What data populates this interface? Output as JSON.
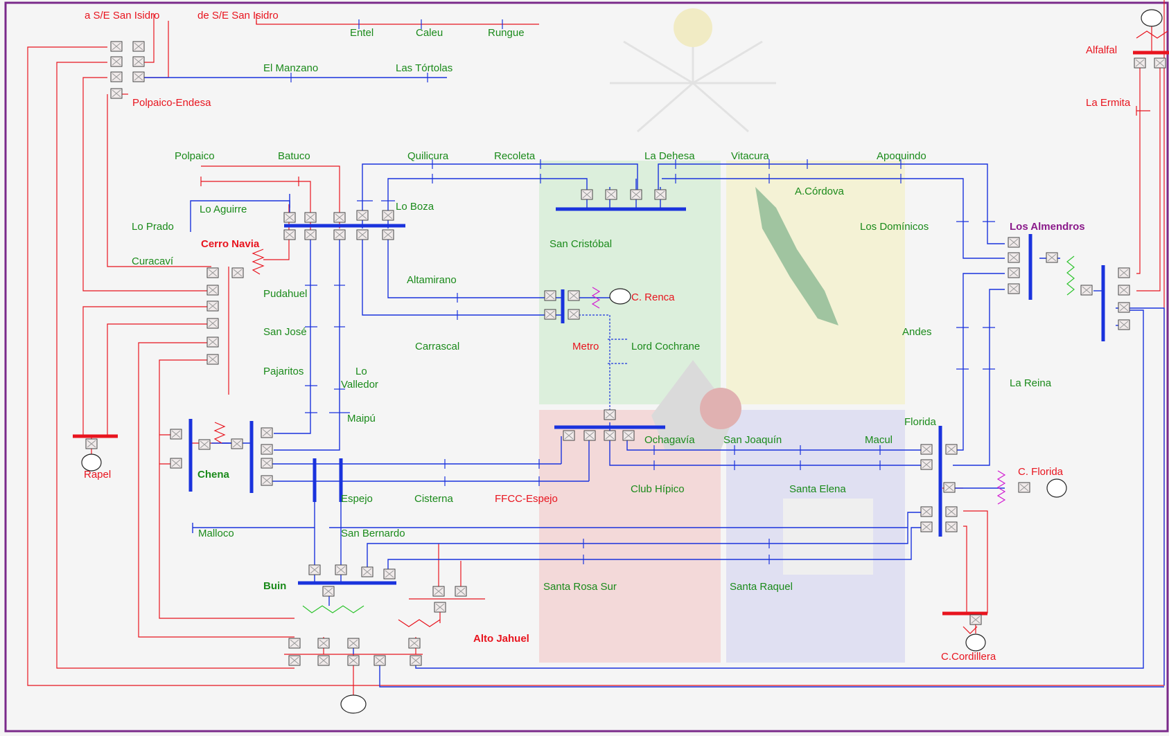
{
  "labels": {
    "san_isidro_to": "a S/E San Isidro",
    "san_isidro_from": "de S/E San Isidro",
    "entel": "Entel",
    "caleu": "Caleu",
    "rungue": "Rungue",
    "el_manzano": "El Manzano",
    "las_tortolas": "Las Tórtolas",
    "polpaico_endesa": "Polpaico-Endesa",
    "alfalfal": "Alfalfal",
    "la_ermita": "La Ermita",
    "polpaico": "Polpaico",
    "batuco": "Batuco",
    "quilicura": "Quilicura",
    "recoleta": "Recoleta",
    "la_dehesa": "La Dehesa",
    "vitacura": "Vitacura",
    "apoquindo": "Apoquindo",
    "a_cordova": "A.Córdova",
    "lo_aguirre": "Lo Aguirre",
    "lo_boza": "Lo Boza",
    "lo_prado": "Lo Prado",
    "cerro_navia": "Cerro Navia",
    "san_cristobal": "San Cristóbal",
    "los_dominicos": "Los Domínicos",
    "los_almendros": "Los Almendros",
    "curacavi": "Curacaví",
    "pudahuel": "Pudahuel",
    "altamirano": "Altamirano",
    "c_renca": "C. Renca",
    "san_jose": "San José",
    "carrascal": "Carrascal",
    "metro": "Metro",
    "lord_cochrane": "Lord Cochrane",
    "andes": "Andes",
    "pajaritos": "Pajaritos",
    "lo_valledor": "Lo Valledor",
    "la_reina": "La Reina",
    "maipu": "Maipú",
    "florida": "Florida",
    "ochagavia": "Ochagavía",
    "san_joaquin": "San Joaquín",
    "macul": "Macul",
    "rapel": "Rapel",
    "chena": "Chena",
    "c_florida": "C. Florida",
    "club_hipico": "Club Hípico",
    "santa_elena": "Santa Elena",
    "espejo": "Espejo",
    "cisterna": "Cisterna",
    "ffcc_espejo": "FFCC-Espejo",
    "malloco": "Malloco",
    "san_bernardo": "San Bernardo",
    "buin": "Buin",
    "santa_rosa_sur": "Santa Rosa Sur",
    "santa_raquel": "Santa Raquel",
    "alto_jahuel": "Alto Jahuel",
    "c_cordillera": "C.Cordillera"
  },
  "colors": {
    "line_110kv": "#1a33dd",
    "line_220kv": "#e8141e",
    "label_green": "#1a8a1a",
    "label_red": "#e8141e",
    "label_purple": "#8a1a8a",
    "frame": "#7a2a8a"
  }
}
